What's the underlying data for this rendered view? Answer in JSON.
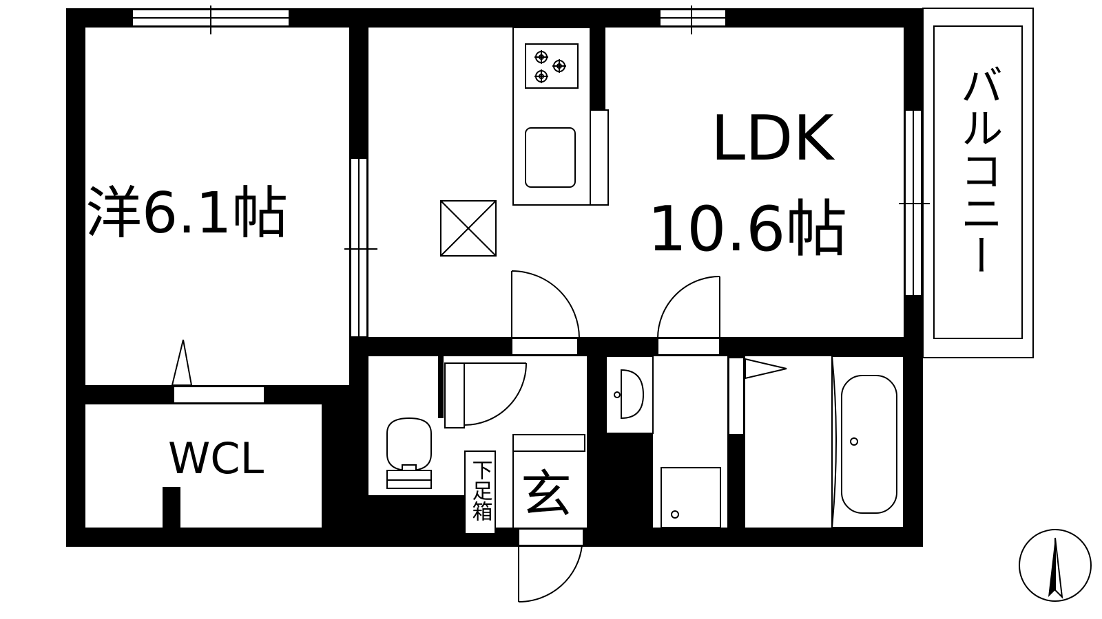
{
  "rooms": {
    "western_room": "洋6.1帖",
    "ldk_name": "LDK",
    "ldk_size": "10.6帖",
    "wcl": "WCL",
    "balcony": "バルコニー",
    "entrance": "玄",
    "shoe_box": "下足箱"
  },
  "colors": {
    "wall": "#000000",
    "background": "#ffffff"
  },
  "icons": [
    "stove-icon",
    "sink-icon",
    "toilet-icon",
    "bathtub-icon",
    "washbasin-icon",
    "north-arrow-icon"
  ]
}
